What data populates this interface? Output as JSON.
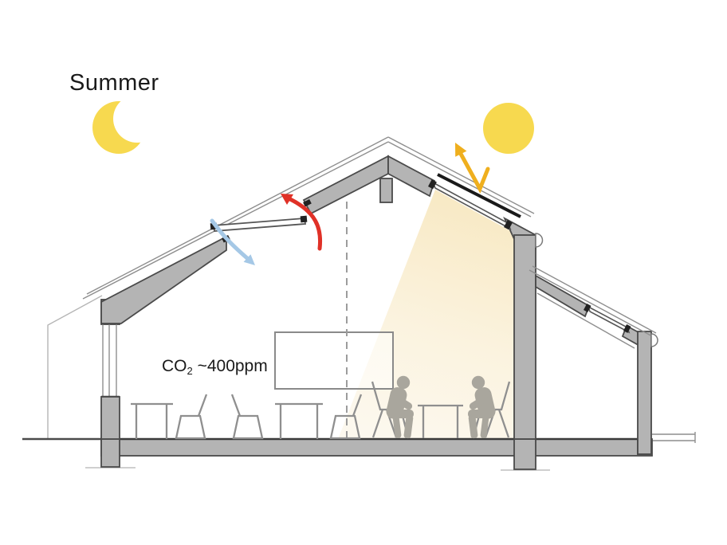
{
  "scene": {
    "season_label": "Summer",
    "co2_label": {
      "prefix": "CO",
      "subscript": "2",
      "suffix": " ~400ppm"
    }
  },
  "colors": {
    "sun": "#F7D94F",
    "moon": "#F7D94F",
    "light_beam": "#F8E9C4",
    "light_beam_mid": "#FBF3DF",
    "light_beam_end": "#FCF8EE",
    "arrow_red": "#E03127",
    "arrow_blue": "#A5C8E6",
    "arrow_yellow": "#EFAF1E",
    "wall_gray": "#B4B4B4",
    "person_gray": "#A9A69D",
    "furniture_gray": "#8F8F8F",
    "text": "#1A1A1A"
  }
}
